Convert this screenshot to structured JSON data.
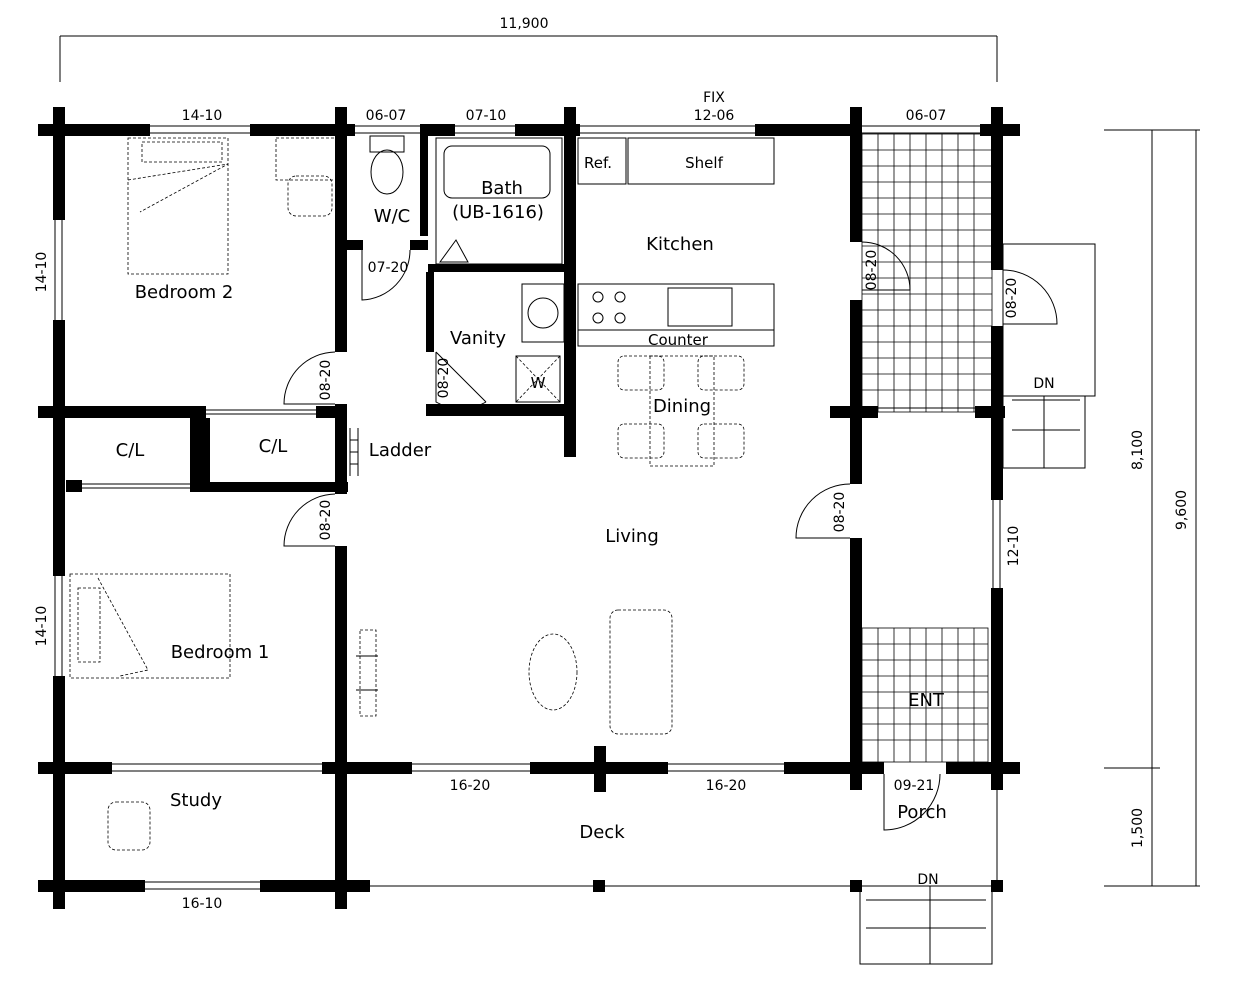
{
  "dimensions": {
    "overall_width": "11,900",
    "depth_main": "8,100",
    "depth_total": "9,600",
    "depth_deck": "1,500"
  },
  "rooms": {
    "bedroom2": "Bedroom 2",
    "bedroom1": "Bedroom 1",
    "study": "Study",
    "wc": "W/C",
    "bath": "Bath",
    "bath_unit": "(UB-1616)",
    "vanity": "Vanity",
    "kitchen": "Kitchen",
    "dining": "Dining",
    "living": "Living",
    "closet_left": "C/L",
    "closet_right": "C/L",
    "ladder": "Ladder",
    "deck": "Deck",
    "entrance": "ENT",
    "porch": "Porch"
  },
  "fixtures": {
    "refrigerator": "Ref.",
    "shelf": "Shelf",
    "counter": "Counter",
    "washer": "W",
    "fix_window": "FIX"
  },
  "openings": {
    "win_bedroom2_top": "14-10",
    "win_wc_top": "06-07",
    "win_bath_top": "07-10",
    "win_kitchen_top": "12-06",
    "win_hall_top": "06-07",
    "win_bedroom2_left": "14-10",
    "win_bedroom1_left": "14-10",
    "door_wc": "07-20",
    "door_vanity": "08-20",
    "door_bedroom2": "08-20",
    "door_bedroom1": "08-20",
    "door_hall_kitchen": "08-20",
    "door_hall_living": "08-20",
    "door_side_exit": "08-20",
    "win_east": "12-10",
    "win_living_left": "16-20",
    "win_living_right": "16-20",
    "win_study": "16-10",
    "door_entrance": "09-21"
  },
  "stairs": {
    "side_steps": "DN",
    "deck_steps": "DN"
  }
}
